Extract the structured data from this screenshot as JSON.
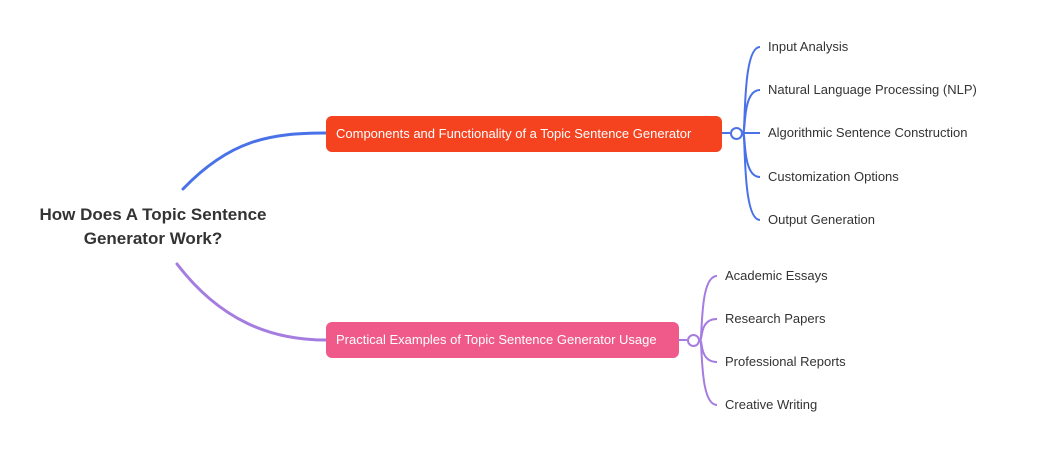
{
  "root": {
    "title_line1": "How Does A Topic Sentence",
    "title_line2": "Generator Work?"
  },
  "branches": [
    {
      "label": "Components and Functionality of a Topic Sentence Generator",
      "color": "#f5421f",
      "line_color": "#4a72e8",
      "children": [
        "Input Analysis",
        "Natural Language Processing (NLP)",
        "Algorithmic Sentence Construction",
        "Customization Options",
        "Output Generation"
      ]
    },
    {
      "label": "Practical Examples of Topic Sentence Generator Usage",
      "color": "#ef5a8a",
      "line_color": "#a57ce0",
      "children": [
        "Academic Essays",
        "Research Papers",
        "Professional Reports",
        "Creative Writing"
      ]
    }
  ]
}
